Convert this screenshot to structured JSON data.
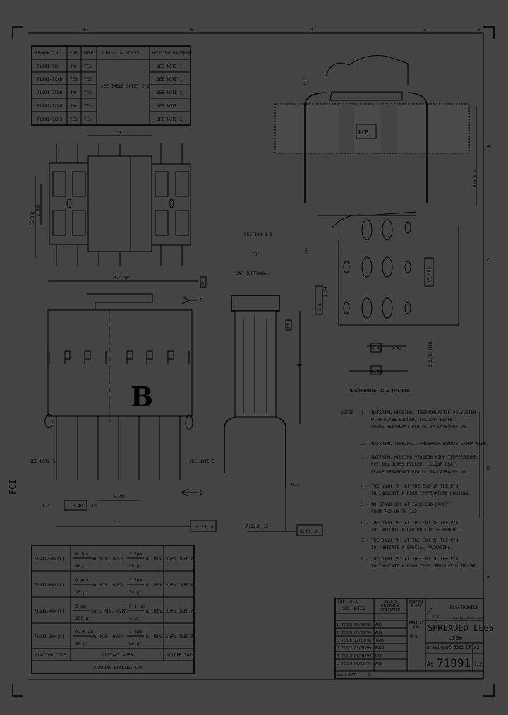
{
  "colors": {
    "background": "#444444",
    "ink": "#000000"
  },
  "border": {
    "zone_labels_top": [
      "6",
      "5",
      "4",
      "3",
      "2"
    ],
    "zone_labels_side": [
      "B",
      "C",
      "D",
      "E"
    ]
  },
  "product_table": {
    "headers": [
      "PRODUCT N°",
      "CAP",
      "TUBE",
      "DIM\"C\" & DIM\"D\"",
      "HOUSING MATERIAL"
    ],
    "rows": [
      {
        "product": "71991-7XX",
        "cap": "NO",
        "tube": "YES",
        "housing": "SEE NOTE 1"
      },
      {
        "product": "71991-7XXB",
        "cap": "YES",
        "tube": "YES",
        "housing": "SEE NOTE 1"
      },
      {
        "product": "71991-7XXH",
        "cap": "NO",
        "tube": "YES",
        "housing": "SEE NOTE 3"
      },
      {
        "product": "71991-7XXN",
        "cap": "NO",
        "tube": "YES",
        "housing": "SEE NOTE 1"
      },
      {
        "product": "71991-7XXS",
        "cap": "YES",
        "tube": "YES",
        "housing": "SEE NOTE 3"
      }
    ],
    "merged_cell": "SEE TABLE SHEET 2/2"
  },
  "drawing_labels": {
    "dim_c": "\"C\"",
    "dim_5": "(5.08)",
    "dim_254": "(2.54)",
    "section_title": "SECTION B-B",
    "dim_d_top": "\"D\"",
    "cap_optional": "CAP (OPTIONAL)",
    "datum_a": "A",
    "section_arrow": "B",
    "datum_e": "E",
    "dim_e": "\"E\"",
    "big_b": "B",
    "see_note_5_left": "SEE NOTE 5",
    "see_note_5_right": "SEE NOTE 5",
    "pitch_508": "5.08",
    "dim_02": "0.2",
    "dim_040": "0.40",
    "tol_tip": "TIP",
    "dim_a": "0.4\"D\"",
    "flat_tol": "0.25",
    "flat_ref": "A",
    "pcb": "PCB",
    "pcb_thick": "2.0 MIN",
    "min_label": "MIN",
    "hole_dim_1": "1.3",
    "hole_dim_2": "(5.08)",
    "hole_dim_3": "2.54",
    "hole_dim_254": "2.54",
    "hole_dim_508": "5.08",
    "hole_dia": "Ø 0.70 MIN",
    "hole_title": "RECOMMENDED HOLE PATTERN",
    "lead_dim": "7.62±0.15",
    "lead_tol": "0.40",
    "lead_tol_ref": "A",
    "small_02": "0.2"
  },
  "notes": {
    "title": "NOTES",
    "items": [
      [
        "1 - MATERIAL HOUSING: THERMOPLASTIC POLYESTER",
        "WITH GLASS FILLED, COLOUR: BLACK,",
        "FLAME RETARDANT PER UL-94 CATEGORY V0."
      ],
      [
        "2 - MATERIAL TERMINAL: PHOSPHOR BRONZE EXTRA HARD."
      ],
      [
        "3 - MATERIAL HOUSING VERSION HIGH TEMPERATURE:",
        "PCT 30% GLASS FILLED, COLOUR GRAY,",
        "FLAME RETARDANT PER UL 94 CATEGORY V0."
      ],
      [
        "4 - THE DASH \"H\" AT THE END OF THE P/N",
        "TO INDICATE A HIGH TEMPERATURE HOUSING."
      ],
      [
        "5 - NO STAND OFF AT EACH END EXCEPT",
        "FROM 7x2 UP TO 7x3."
      ],
      [
        "6 - THE DASH \"B\" AT THE END OF THE P/N",
        "TO INDICATE A CAP ON TOP OF PRODUCT."
      ],
      [
        "7 - THE DASH \"N\" AT THE END OF THE P/N",
        "TO INDICATE A SPECIAL PACKAGING."
      ],
      [
        "8 - THE DASH \"S\" AT THE END OF THE P/N",
        "TO INDICATE A HIGH TEMP. PRODUCT WITH CAP."
      ]
    ]
  },
  "plating_table": {
    "rows": [
      {
        "code": "71991-5XX(Y)",
        "au_top": "0.2µm",
        "au_bot": "80 µ\"",
        "au_text": "Au MIN. OVER",
        "ni_top": "1.3µm",
        "ni_bot": "50 µ\"",
        "ni_text": "Ni MIN.",
        "tail": "SnPb OVER Ni"
      },
      {
        "code": "71991-6XX(Y)",
        "au_top": "0.4µm",
        "au_bot": "15 µ\"",
        "au_text": "Au MIN. OVER",
        "ni_top": "1.3µm",
        "ni_bot": "50 µ\"",
        "ni_text": "Ni MIN.",
        "tail": "SnPb OVER Ni"
      },
      {
        "code": "71991-4XX(Y)",
        "au_top": "5 µm",
        "au_bot": "200 µ\"",
        "au_text": "SnPb MIN. OVER",
        "ni_top": "0.1 µm",
        "ni_bot": "4 µ\"",
        "ni_text": "Ni MIN.",
        "tail": "SnPb OVER Ni"
      },
      {
        "code": "71991-3XX(Y)",
        "au_top": "0.76 µm",
        "au_bot": "30 µ\"",
        "au_text": "Au MIN. OVER",
        "ni_top": "1.3µm",
        "ni_bot": "50 µ\"",
        "ni_text": "Ni MIN.",
        "tail": "SnPb OVER Ni"
      }
    ],
    "headers": [
      "PLATING CODE",
      "CONTACT AREA",
      "SOLDER TAIL"
    ],
    "footer": "PLATING EXPLANATION"
  },
  "title_block": {
    "tol_label": "TOL ±0.1",
    "see_notes": "SEE NOTES",
    "unless": "UNLESS OTHERWISE SPECIFIED",
    "customer_drw": "CUSTOMER DRW",
    "company": "ELECTRONICS",
    "brand": "FCI",
    "website": "www.fciconnect.com",
    "title": "SPREADED LEGS",
    "subtitle": ".300",
    "projection": "PROJECTION",
    "drawing_label": "Drawing",
    "drawing_no": "DE 5322 DR",
    "size": "A3",
    "sheet": "1/2",
    "part_label": "As",
    "part_no": "71991",
    "rev_rows": [
      [
        "1",
        "75028",
        "06/23/98",
        "ANG"
      ],
      [
        "2",
        "75020",
        "06/30/98",
        "ANG"
      ],
      [
        "C",
        "75026",
        "12/10/98",
        "TGAS"
      ],
      [
        "D",
        "75027",
        "03/01/99",
        "FRAN"
      ],
      [
        "M",
        "75018",
        "04/01/99",
        "RAY"
      ],
      [
        "L",
        "75029",
        "04/10/99",
        "ANG"
      ]
    ],
    "scale": "Scale",
    "material": "MAT",
    "sheet_label": "2"
  },
  "side_logo": "FCI"
}
